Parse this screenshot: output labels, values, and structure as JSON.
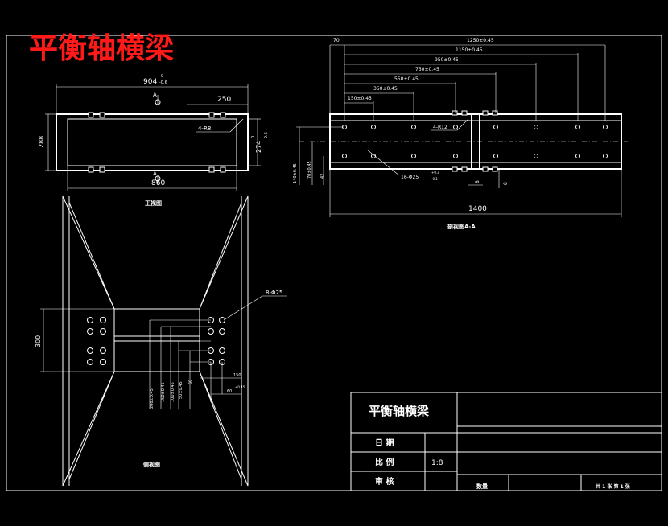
{
  "title": "平衡轴横梁",
  "front_view": {
    "label": "正视图",
    "dim_top": "904",
    "dim_top_tol_up": "0",
    "dim_top_tol_dn": "-0.6",
    "dim_250": "250",
    "dim_bottom": "860",
    "dim_left": "288",
    "dim_right": "274",
    "dim_right_tol_up": "0",
    "dim_right_tol_dn": "-0.6",
    "leader_r": "4-R8",
    "mark_a_top": "A",
    "mark_a_bot": "A"
  },
  "section_view": {
    "label": "剖视图A-A",
    "dims_top": [
      "1250±0.45",
      "1150±0.45",
      "950±0.45",
      "750±0.45",
      "550±0.45",
      "350±0.45",
      "150±0.45"
    ],
    "dim_70": "70",
    "dim_1400": "1400",
    "dim_140": "140±0.45",
    "dim_70b": "70±0.45",
    "dim_42": "42",
    "dim_8a": "8",
    "dim_8b": "8",
    "leader_r12": "4-R12",
    "leader_holes": "16-Φ25",
    "leader_holes_tol_up": "+0.3",
    "leader_holes_tol_dn": "-0.1"
  },
  "side_view": {
    "label": "侧视图",
    "dim_300": "300",
    "leader_holes": "8-Φ25",
    "dims_bottom": [
      "200±0.45",
      "150±0.45",
      "100±0.45",
      "50±0.45",
      "50"
    ],
    "dim_150": "150",
    "dim_60": "60",
    "dim_60_tol": "+0.45"
  },
  "title_block": {
    "name": "平衡轴横梁",
    "row_date": "日 期",
    "row_scale": "比 例",
    "scale_value": "1:8",
    "row_check": "审 核",
    "bottom_label": "数量",
    "sheet": "共 1 张 第 1 张"
  }
}
